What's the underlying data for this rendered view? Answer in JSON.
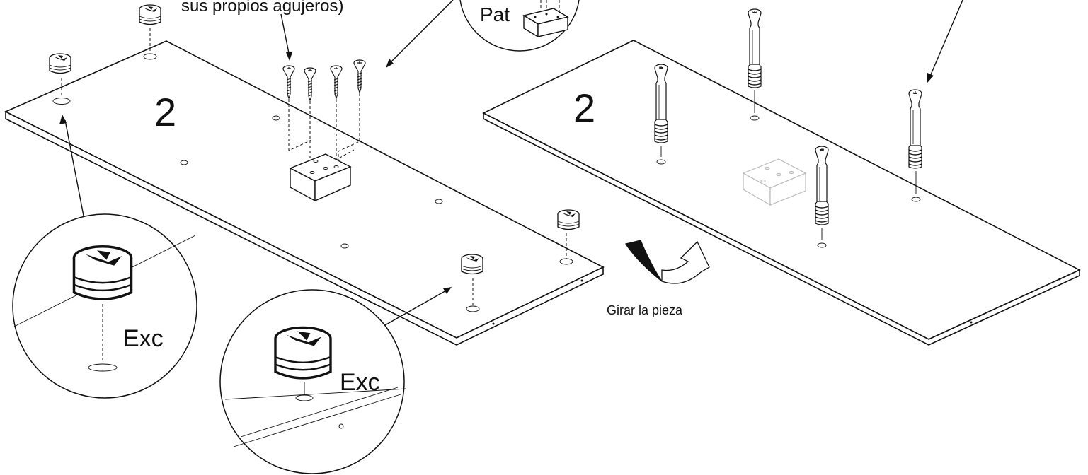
{
  "labels": {
    "screws_note": "sus propios agujeros)",
    "pat": "Pat",
    "panel_left_number": "2",
    "panel_right_number": "2",
    "exc_left": "Exc",
    "exc_right": "Exc",
    "rotate": "Girar la pieza"
  },
  "icons": {
    "cam_lock": "cam-lock-icon",
    "screw": "wood-screw-icon",
    "dowel": "cam-bolt-icon",
    "block": "wooden-block-icon",
    "rotate_arrow": "rotate-arrow-icon"
  }
}
